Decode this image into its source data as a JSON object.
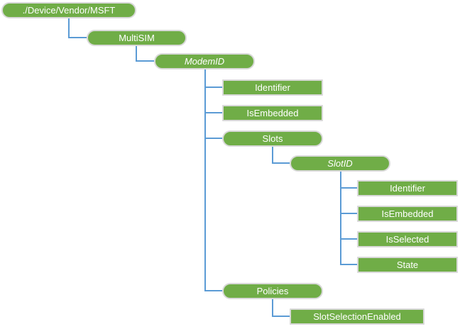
{
  "diagram": {
    "type": "tree",
    "colors": {
      "node_fill": "#70AD47",
      "node_border": "#D9D9D9",
      "node_text": "#FFFFFF",
      "connector": "#5B9BD5"
    },
    "nodes": [
      {
        "id": "root",
        "label": "./Device/Vendor/MSFT",
        "shape": "pill",
        "italic": false,
        "parent": null
      },
      {
        "id": "multisim",
        "label": "MultiSIM",
        "shape": "pill",
        "italic": false,
        "parent": "root"
      },
      {
        "id": "modemid",
        "label": "ModemID",
        "shape": "pill",
        "italic": true,
        "parent": "multisim"
      },
      {
        "id": "modem-identifier",
        "label": "Identifier",
        "shape": "rect",
        "italic": false,
        "parent": "modemid"
      },
      {
        "id": "modem-isembedded",
        "label": "IsEmbedded",
        "shape": "rect",
        "italic": false,
        "parent": "modemid"
      },
      {
        "id": "slots",
        "label": "Slots",
        "shape": "pill",
        "italic": false,
        "parent": "modemid"
      },
      {
        "id": "slotid",
        "label": "SlotID",
        "shape": "pill",
        "italic": true,
        "parent": "slots"
      },
      {
        "id": "slot-identifier",
        "label": "Identifier",
        "shape": "rect",
        "italic": false,
        "parent": "slotid"
      },
      {
        "id": "slot-isembedded",
        "label": "IsEmbedded",
        "shape": "rect",
        "italic": false,
        "parent": "slotid"
      },
      {
        "id": "slot-isselected",
        "label": "IsSelected",
        "shape": "rect",
        "italic": false,
        "parent": "slotid"
      },
      {
        "id": "slot-state",
        "label": "State",
        "shape": "rect",
        "italic": false,
        "parent": "slotid"
      },
      {
        "id": "policies",
        "label": "Policies",
        "shape": "pill",
        "italic": false,
        "parent": "modemid"
      },
      {
        "id": "slotselectionenabled",
        "label": "SlotSelectionEnabled",
        "shape": "rect",
        "italic": false,
        "parent": "policies"
      }
    ]
  }
}
